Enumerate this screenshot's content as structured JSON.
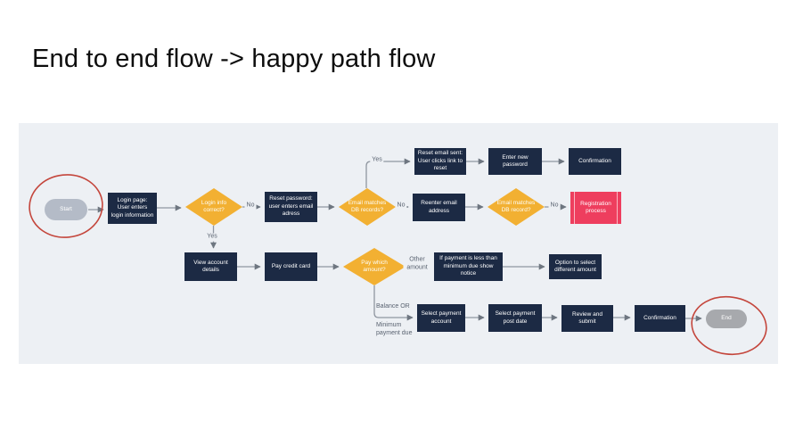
{
  "slide": {
    "title": "End to end flow -> happy path flow"
  },
  "flowchart": {
    "nodes": {
      "start": {
        "label": "Start",
        "shape": "terminator"
      },
      "login_page": {
        "label": "Login page: User enters login information",
        "shape": "process"
      },
      "login_info_correct": {
        "label": "Login info correct?",
        "shape": "decision"
      },
      "reset_password": {
        "label": "Reset password: user enters email adress",
        "shape": "process"
      },
      "email_matches_db_records": {
        "label": "Email matches DB records?",
        "shape": "decision"
      },
      "reset_email_sent": {
        "label": "Reset email sent: User clicks link to reset",
        "shape": "process"
      },
      "enter_new_password": {
        "label": "Enter new password",
        "shape": "process"
      },
      "confirmation_reset": {
        "label": "Confirmation",
        "shape": "process"
      },
      "reenter_email": {
        "label": "Reenter email address",
        "shape": "process"
      },
      "email_matches_db_record": {
        "label": "Email matches DB record?",
        "shape": "decision"
      },
      "registration_process": {
        "label": "Registration process",
        "shape": "predefined-process"
      },
      "view_account": {
        "label": "View account details",
        "shape": "process"
      },
      "pay_credit_card": {
        "label": "Pay credit card",
        "shape": "process"
      },
      "pay_which_amount": {
        "label": "Pay which amount?",
        "shape": "decision"
      },
      "if_payment_less": {
        "label": "If payment is less than minimum due show notice",
        "shape": "process"
      },
      "option_select_amount": {
        "label": "Option to select different amount",
        "shape": "process"
      },
      "select_payment_account": {
        "label": "Select payment account",
        "shape": "process"
      },
      "select_payment_post_date": {
        "label": "Select payment post date",
        "shape": "process"
      },
      "review_submit": {
        "label": "Review and submit",
        "shape": "process"
      },
      "confirmation_payment": {
        "label": "Confirmation",
        "shape": "process"
      },
      "end": {
        "label": "End",
        "shape": "terminator"
      }
    },
    "edge_labels": {
      "login_no": "No",
      "login_yes": "Yes",
      "reset_yes": "Yes",
      "db_records_no": "No",
      "db_record_no": "No",
      "other_amount": "Other amount",
      "balance_or": "Balance OR",
      "minimum_payment_due": "Minimum payment due"
    },
    "colors": {
      "process_fill": "#1c2a44",
      "decision_fill": "#f2b032",
      "alert_fill": "#ee3e5e",
      "start_fill": "#b4bbc7",
      "end_fill": "#a7a9ad",
      "connector": "#8f96a0",
      "annotation_stroke": "#c4463c",
      "canvas_fill": "#edf0f4"
    }
  }
}
